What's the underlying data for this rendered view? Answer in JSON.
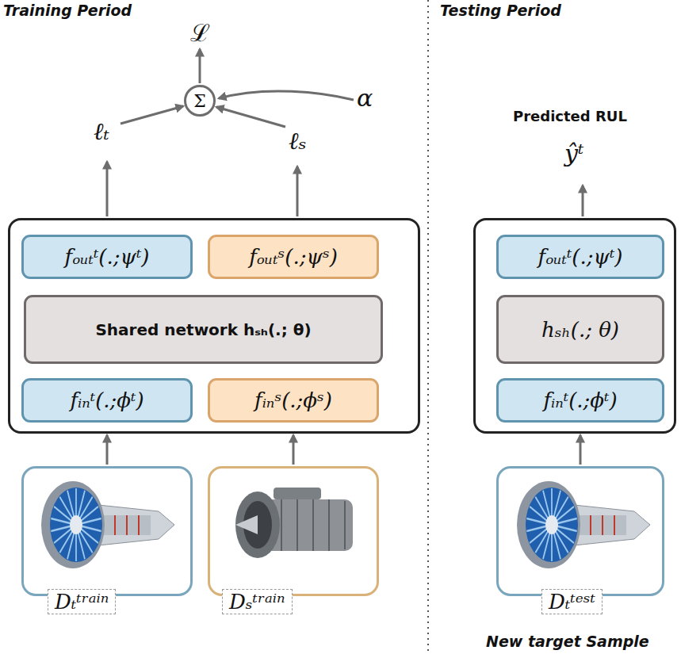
{
  "diagram": {
    "nodes": [
      {
        "text": [
          "Σ"
        ]
      },
      {
        "text": []
      },
      {
        "text": [
          "fₒᵤₜᵗ(.;ψᵗ)"
        ],
        "in": 1
      },
      {
        "text": [
          "fₒᵤₜˢ(.;ψˢ)"
        ],
        "in": 1
      },
      {
        "text": [
          "Shared network hₛₕ(.; θ)"
        ],
        "in": 1
      },
      {
        "text": [
          "fᵢₙᵗ(.;ϕᵗ)"
        ],
        "in": 1
      },
      {
        "text": [
          "fᵢₙˢ(.;ϕˢ)"
        ],
        "in": 1
      },
      {
        "text": [
          "Dₜᵗʳᵃⁱⁿ"
        ]
      },
      {
        "text": [
          "Dₛᵗʳᵃⁱⁿ"
        ]
      },
      {
        "text": []
      },
      {
        "text": [
          "fₒᵤₜᵗ(.;ψᵗ)"
        ],
        "in": 9
      },
      {
        "text": [
          "hₛₕ(.; θ)"
        ],
        "in": 9
      },
      {
        "text": [
          "fᵢₙᵗ(.;ϕᵗ)"
        ],
        "in": 9
      },
      {
        "text": [
          "Dₜᵗᵉˢᵗ"
        ]
      }
    ],
    "edges": [
      {
        "from": 7,
        "to": 1,
        "arrow": "to"
      },
      {
        "from": 8,
        "to": 1,
        "arrow": "to"
      },
      {
        "from": 13,
        "to": 9,
        "arrow": "to"
      }
    ],
    "labels": [
      "Training Period",
      "Testing Period",
      "ℒ",
      "ℓₜ",
      "ℓₛ",
      "α",
      "Predicted RUL",
      "ŷᵗ",
      "New target Sample"
    ]
  }
}
